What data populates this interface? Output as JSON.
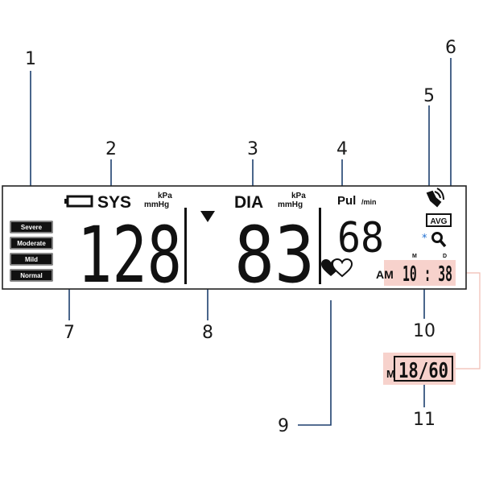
{
  "callouts": {
    "c1": "1",
    "c2": "2",
    "c3": "3",
    "c4": "4",
    "c5": "5",
    "c6": "6",
    "c7": "7",
    "c8": "8",
    "c9": "9",
    "c10": "10",
    "c11": "11"
  },
  "levels": [
    "Severe",
    "Moderate",
    "Mild",
    "Normal"
  ],
  "sys": {
    "label": "SYS",
    "unit_top": "kPa",
    "unit_bottom": "mmHg",
    "value": "128"
  },
  "dia": {
    "label": "DIA",
    "unit_top": "kPa",
    "unit_bottom": "mmHg",
    "value": "83"
  },
  "pulse": {
    "label": "Pul",
    "unit": "/min",
    "value": "68"
  },
  "avg_badge": "AVG",
  "time": {
    "ampm": "AM",
    "value": "10 : 38",
    "month_marker": "M",
    "day_marker": "D"
  },
  "date": {
    "prefix": "M",
    "value": "18/60"
  },
  "colors": {
    "highlight": "#f7d2cc",
    "leader": "#1d3f6e",
    "accent_star": "#1f6fd1"
  }
}
